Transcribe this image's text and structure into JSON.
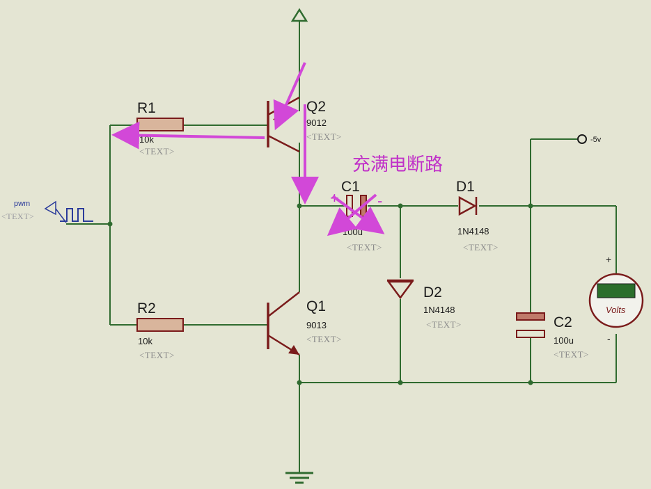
{
  "components": {
    "r1": {
      "name": "R1",
      "value": "10k",
      "text": "<TEXT>"
    },
    "r2": {
      "name": "R2",
      "value": "10k",
      "text": "<TEXT>"
    },
    "q1": {
      "name": "Q1",
      "value": "9013",
      "text": "<TEXT>"
    },
    "q2": {
      "name": "Q2",
      "value": "9012",
      "text": "<TEXT>"
    },
    "c1": {
      "name": "C1",
      "value": "100u",
      "text": "<TEXT>",
      "plus": "+",
      "minus": "-"
    },
    "c2": {
      "name": "C2",
      "value": "100u",
      "text": "<TEXT>"
    },
    "d1": {
      "name": "D1",
      "value": "1N4148",
      "text": "<TEXT>"
    },
    "d2": {
      "name": "D2",
      "value": "1N4148",
      "text": "<TEXT>"
    }
  },
  "source": {
    "name": "pwm",
    "text": "<TEXT>"
  },
  "terminal": {
    "label": "-5v"
  },
  "voltmeter": {
    "unit": "Volts",
    "plus": "+",
    "minus": "-"
  },
  "annotation": {
    "text": "充满电断路",
    "color": "#d248d8"
  },
  "colors": {
    "wire": "#2f6b2f",
    "part": "#7a1b1b",
    "background": "#e4e5d3"
  }
}
